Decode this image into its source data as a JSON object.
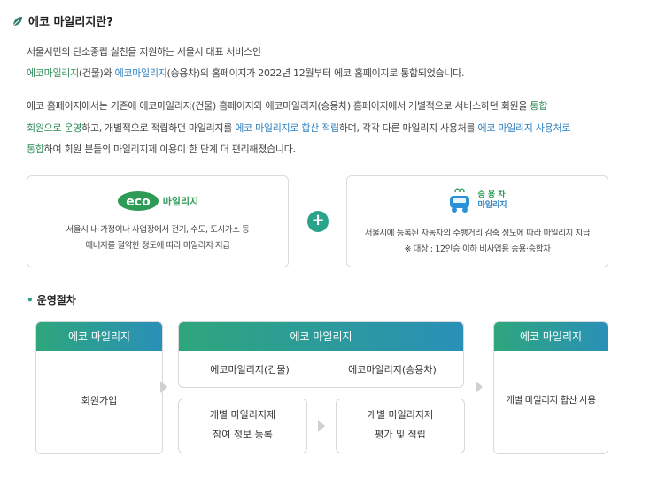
{
  "header": {
    "title": "에코 마일리지란?"
  },
  "intro": {
    "line1": "서울시민의 탄소중립 실천을 지원하는 서울시 대표 서비스인",
    "line2_a": "에코마일리지",
    "line2_b": "(건물)와 ",
    "line2_c": "에코마일리지",
    "line2_d": "(승용차)의 홈페이지가 2022년 12월부터 에코 홈페이지로 통합되었습니다."
  },
  "para": {
    "l1_a": "에코 홈페이지에서는 기존에 에코마일리지(건물) 홈페이지와 에코마일리지(승용차) 홈페이지에서 개별적으로 서비스하던 회원을 ",
    "l1_b": "통합",
    "l2_a": "회원으로 운영",
    "l2_b": "하고, 개별적으로 적립하던 마일리지를 ",
    "l2_c": "에코 마일리지로 합산 적립",
    "l2_d": "하며, 각각 다른 마일리지 사용처를 ",
    "l2_e": "에코 마일리지 사용처로",
    "l3_a": "통합",
    "l3_b": "하여 회원 분들의 마일리지제 이용이 한 단계 더 편리해졌습니다."
  },
  "cards": {
    "building": {
      "logo_text": "eco",
      "logo_sub": "마일리지",
      "line1": "서울시 내 가정이나 사업장에서 전기, 수도, 도시가스 등",
      "line2": "에너지를 절약한 정도에 따라 마일리지 지급"
    },
    "car": {
      "logo_line1": "승 용 차",
      "logo_line2": "마일리지",
      "line1": "서울시에 등록된 자동차의 주행거리 감축 정도에 따라 마일리지 지급",
      "line2": "※ 대상 : 12인승 이하 비사업용 승용·승합차"
    },
    "plus": "+"
  },
  "procedure": {
    "section_title": "운영절차",
    "step1": {
      "header": "에코 마일리지",
      "body": "회원가입"
    },
    "step2": {
      "header": "에코 마일리지",
      "left": "에코마일리지(건물)",
      "right": "에코마일리지(승용차)",
      "sub1_l1": "개별 마일리지제",
      "sub1_l2": "참여 정보 등록",
      "sub2_l1": "개별 마일리지제",
      "sub2_l2": "평가 및 적립"
    },
    "step3": {
      "header": "에코 마일리지",
      "body": "개별 마일리지 합산 사용"
    }
  },
  "colors": {
    "green": "#2e8b57",
    "blue": "#2a7fc1",
    "accent": "#2aa38a"
  }
}
